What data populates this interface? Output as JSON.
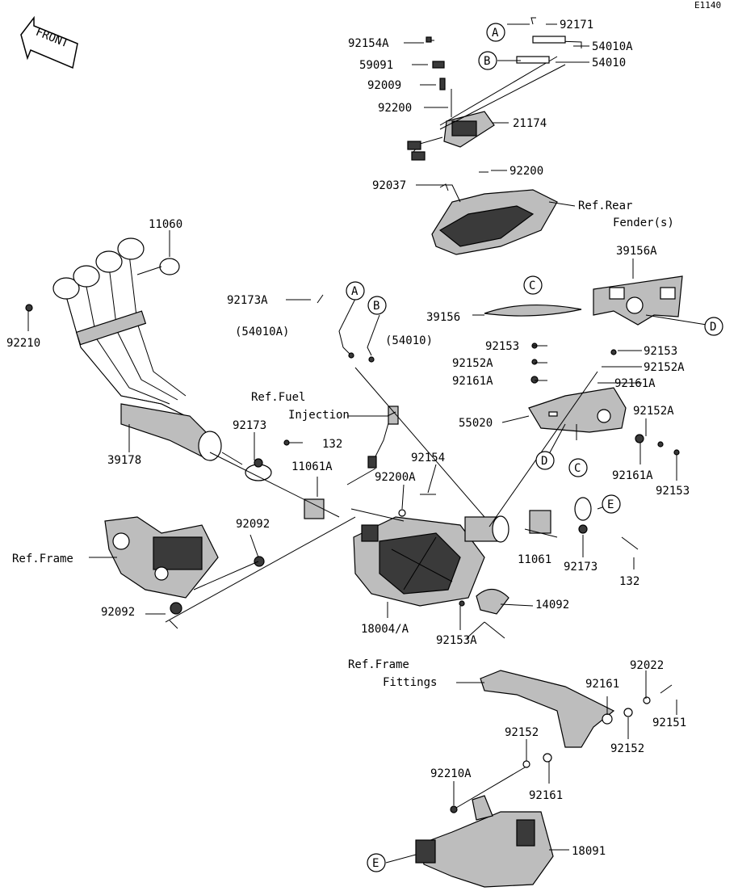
{
  "diagram_code": "E1140",
  "front_label": "FRONT",
  "callouts": {
    "A": "A",
    "B": "B",
    "C": "C",
    "D": "D",
    "E": "E"
  },
  "parts": {
    "p92171": "92171",
    "p92154A": "92154A",
    "p54010A": "54010A",
    "p59091": "59091",
    "p54010": "54010",
    "p92009": "92009",
    "p92200_top": "92200",
    "p21174": "21174",
    "p92200_mid": "92200",
    "p92037": "92037",
    "ref_rear_fender_1": "Ref.Rear",
    "ref_rear_fender_2": "Fender(s)",
    "p11060": "11060",
    "p39156A": "39156A",
    "p92173A": "92173A",
    "p54010A_paren": "(54010A)",
    "p54010_paren": "(54010)",
    "p39156": "39156",
    "p92210": "92210",
    "p92153_a": "92153",
    "p92153_b": "92153",
    "p92152A_a": "92152A",
    "p92152A_b": "92152A",
    "p92161A_a": "92161A",
    "p92161A_b": "92161A",
    "ref_fuel_1": "Ref.Fuel",
    "ref_fuel_2": "Injection",
    "p55020": "55020",
    "p92152A_c": "92152A",
    "p92173_left": "92173",
    "p132_left": "132",
    "p39178": "39178",
    "p92154": "92154",
    "p11061A": "11061A",
    "p92200A": "92200A",
    "p92161A_c": "92161A",
    "p92153_c": "92153",
    "p92092_a": "92092",
    "ref_frame": "Ref.Frame",
    "p11061": "11061",
    "p92173_right": "92173",
    "p132_right": "132",
    "p14092": "14092",
    "p92092_b": "92092",
    "p18004A": "18004/A",
    "p92153A": "92153A",
    "ref_frame_fit_1": "Ref.Frame",
    "ref_frame_fit_2": "Fittings",
    "p92022": "92022",
    "p92161_a": "92161",
    "p92151": "92151",
    "p92152_a": "92152",
    "p92152_b": "92152",
    "p92210A": "92210A",
    "p92161_b": "92161",
    "p18091": "18091"
  }
}
